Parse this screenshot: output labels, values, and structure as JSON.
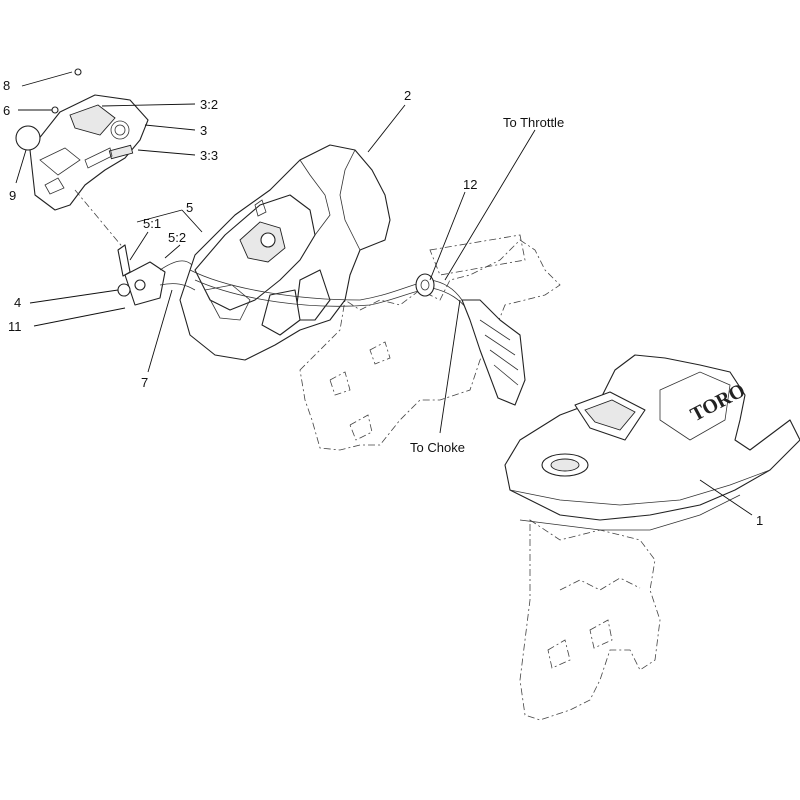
{
  "diagram": {
    "callouts": {
      "c8": "8",
      "c6": "6",
      "c9": "9",
      "c3_2": "3:2",
      "c3": "3",
      "c3_3": "3:3",
      "c2": "2",
      "c5": "5",
      "c5_1": "5:1",
      "c5_2": "5:2",
      "c4": "4",
      "c11": "11",
      "c7": "7",
      "c12": "12",
      "c1": "1"
    },
    "notes": {
      "throttle": "To Throttle",
      "choke": "To Choke"
    },
    "logo_text": "TORO"
  }
}
